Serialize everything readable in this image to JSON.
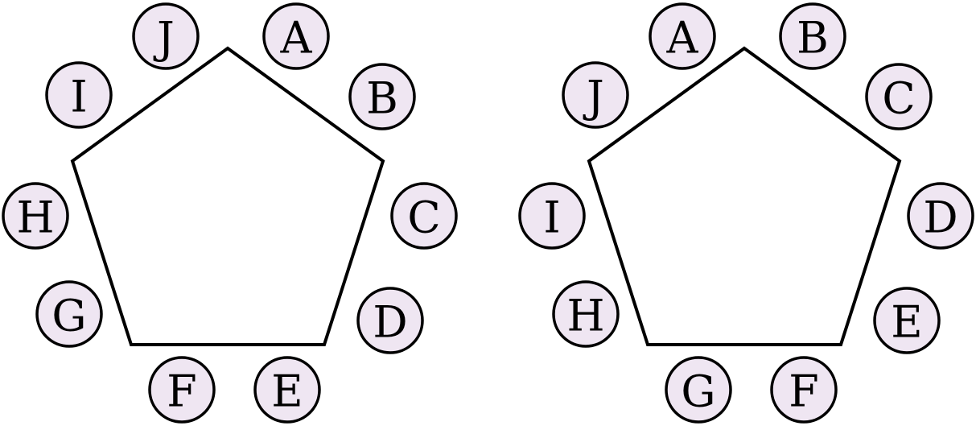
{
  "colors": {
    "circle_fill": "#efe6f2",
    "stroke": "#000000",
    "background": "#ffffff"
  },
  "arrangements": [
    {
      "name": "left-arrangement",
      "seats": [
        "J",
        "A",
        "B",
        "C",
        "D",
        "E",
        "F",
        "G",
        "H",
        "I"
      ]
    },
    {
      "name": "right-arrangement",
      "seats": [
        "A",
        "B",
        "C",
        "D",
        "E",
        "F",
        "G",
        "H",
        "I",
        "J"
      ]
    }
  ]
}
